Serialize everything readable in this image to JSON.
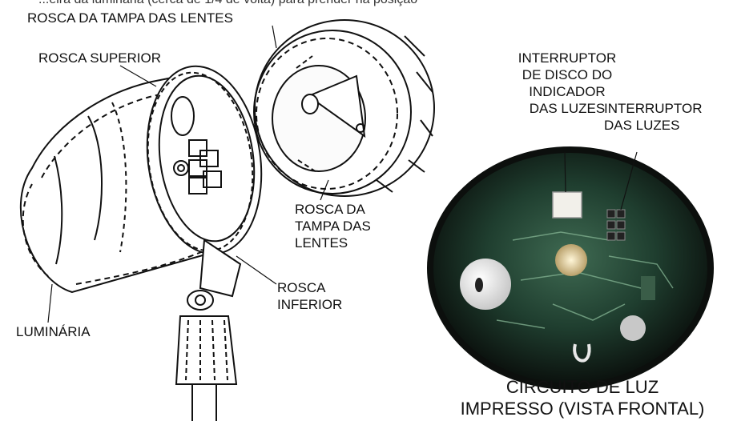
{
  "top_cut_text": "...eira da luminária (cerca de 1/4 de volta) para prender na posição",
  "labels": {
    "lens_cap_thread_top": "ROSCA DA TAMPA DAS LENTES",
    "upper_thread": "ROSCA SUPERIOR",
    "disc_switch_line1": "INTERRUPTOR",
    "disc_switch_line2": "DE DISCO DO",
    "disc_switch_line3": "INDICADOR",
    "disc_switch_line4": "DAS LUZES",
    "light_switch_line1": "INTERRUPTOR",
    "light_switch_line2": "DAS LUZES",
    "lens_cap_thread_mid_line1": "ROSCA DA",
    "lens_cap_thread_mid_line2": "TAMPA DAS",
    "lens_cap_thread_mid_line3": "LENTES",
    "lower_thread_line1": "ROSCA",
    "lower_thread_line2": "INFERIOR",
    "fixture": "LUMINÁRIA"
  },
  "caption": {
    "line1": "CIRCUITO DE LUZ",
    "line2": "IMPRESSO (VISTA FRONTAL)"
  },
  "colors": {
    "ink": "#111111",
    "photo_board": "#1d3a2c",
    "photo_edge": "#0c0f0d"
  }
}
